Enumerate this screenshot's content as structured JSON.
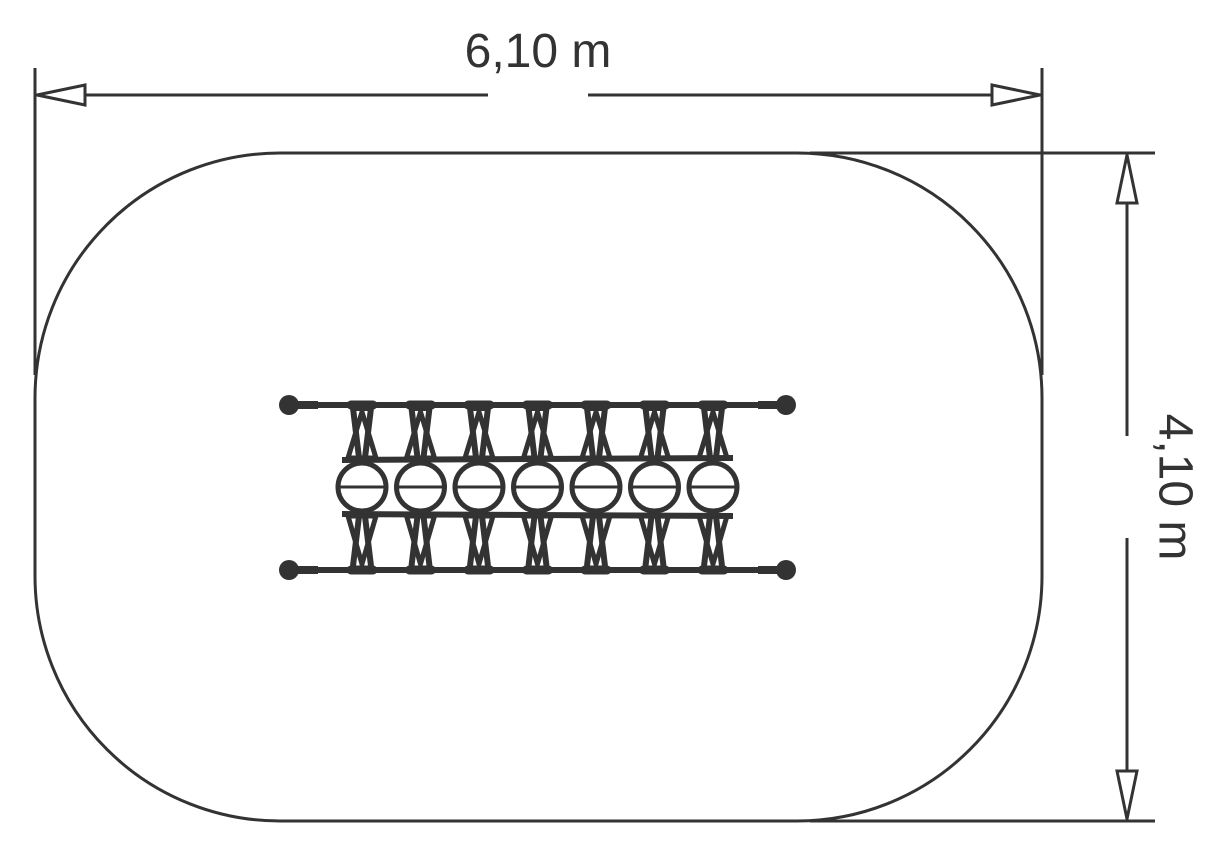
{
  "dimensions": {
    "width_label": "6,10 m",
    "depth_label": "4,10 m"
  },
  "equipment": {
    "bridge_elements": 7
  },
  "colors": {
    "stroke": "#333333",
    "background": "#ffffff"
  }
}
